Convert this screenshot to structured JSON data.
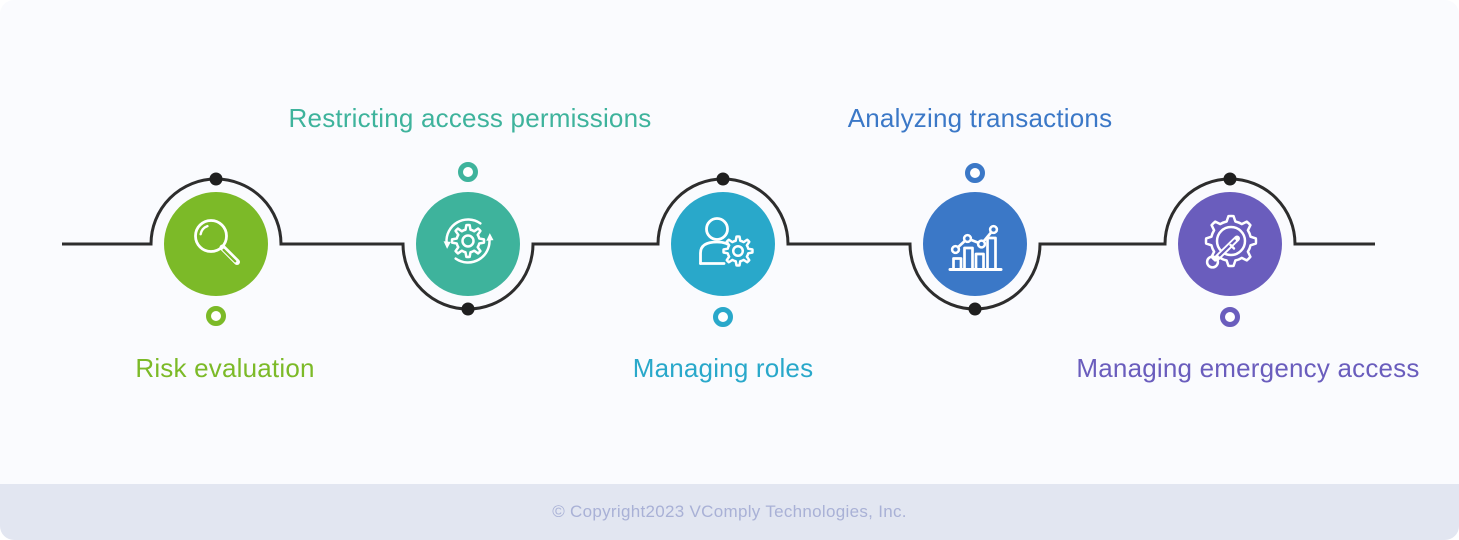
{
  "canvas": {
    "background": "#fafbfe"
  },
  "connector": {
    "line_color": "#2d2d2d",
    "dot_color": "#1f1f1f"
  },
  "steps": [
    {
      "label": "Risk evaluation",
      "color": "#7cba28",
      "icon": "magnifier-icon",
      "label_position": "below"
    },
    {
      "label": "Restricting access permissions",
      "color": "#3eb39c",
      "icon": "sync-gear-icon",
      "label_position": "above"
    },
    {
      "label": "Managing roles",
      "color": "#29a8ca",
      "icon": "user-gear-icon",
      "label_position": "below"
    },
    {
      "label": "Analyzing transactions",
      "color": "#3b78c7",
      "icon": "bar-chart-icon",
      "label_position": "above"
    },
    {
      "label": "Managing emergency access",
      "color": "#6a5dbd",
      "icon": "gear-key-icon",
      "label_position": "below"
    }
  ],
  "footer": {
    "text": "© Copyright2023 VComply Technologies, Inc.",
    "background": "#e2e6f1",
    "text_color": "#a9b1d6"
  }
}
